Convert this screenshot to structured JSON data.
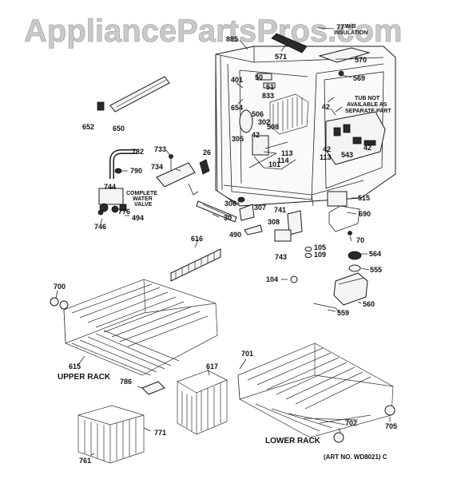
{
  "watermark": "AppliancePartsPros.com",
  "labels": {
    "p885": "885",
    "p571": "571",
    "p77": "77",
    "p570": "570",
    "p569": "569",
    "p401": "401",
    "p50": "50",
    "p51": "51",
    "p833": "833",
    "p654": "654",
    "p506": "506",
    "p302": "302",
    "p508": "508",
    "p42a": "42",
    "p42b": "42",
    "p42c": "42",
    "p42d": "42",
    "p305": "305",
    "p113a": "113",
    "p113b": "113",
    "p114": "114",
    "p101": "101",
    "p543": "543",
    "p652": "652",
    "p650": "650",
    "p782": "782",
    "p733": "733",
    "p26": "26",
    "p790": "790",
    "p734": "734",
    "p744": "744",
    "p776": "776",
    "p494": "494",
    "p746": "746",
    "p306": "306",
    "p307": "307",
    "p30": "30",
    "p741": "741",
    "p308": "308",
    "p515": "515",
    "p690": "690",
    "p616": "616",
    "p490": "490",
    "p70": "70",
    "p743": "743",
    "p105": "105",
    "p109": "109",
    "p564": "564",
    "p555": "555",
    "p104": "104",
    "p700": "700",
    "p560": "560",
    "p559": "559",
    "p615": "615",
    "p701": "701",
    "p617": "617",
    "p786": "786",
    "p771": "771",
    "p702": "702",
    "p705": "705",
    "p761": "761"
  },
  "notes": {
    "insulation_1": "W/B",
    "insulation_2": "INSULATION",
    "tub_1": "TUB NOT",
    "tub_2": "AVAILABLE AS",
    "tub_3": "SEPARATE PART",
    "valve_1": "COMPLETE",
    "valve_2": "WATER",
    "valve_3": "VALVE"
  },
  "sections": {
    "upper_rack": "UPPER RACK",
    "lower_rack": "LOWER RACK"
  },
  "art_number": "(ART NO. WD8021) C"
}
